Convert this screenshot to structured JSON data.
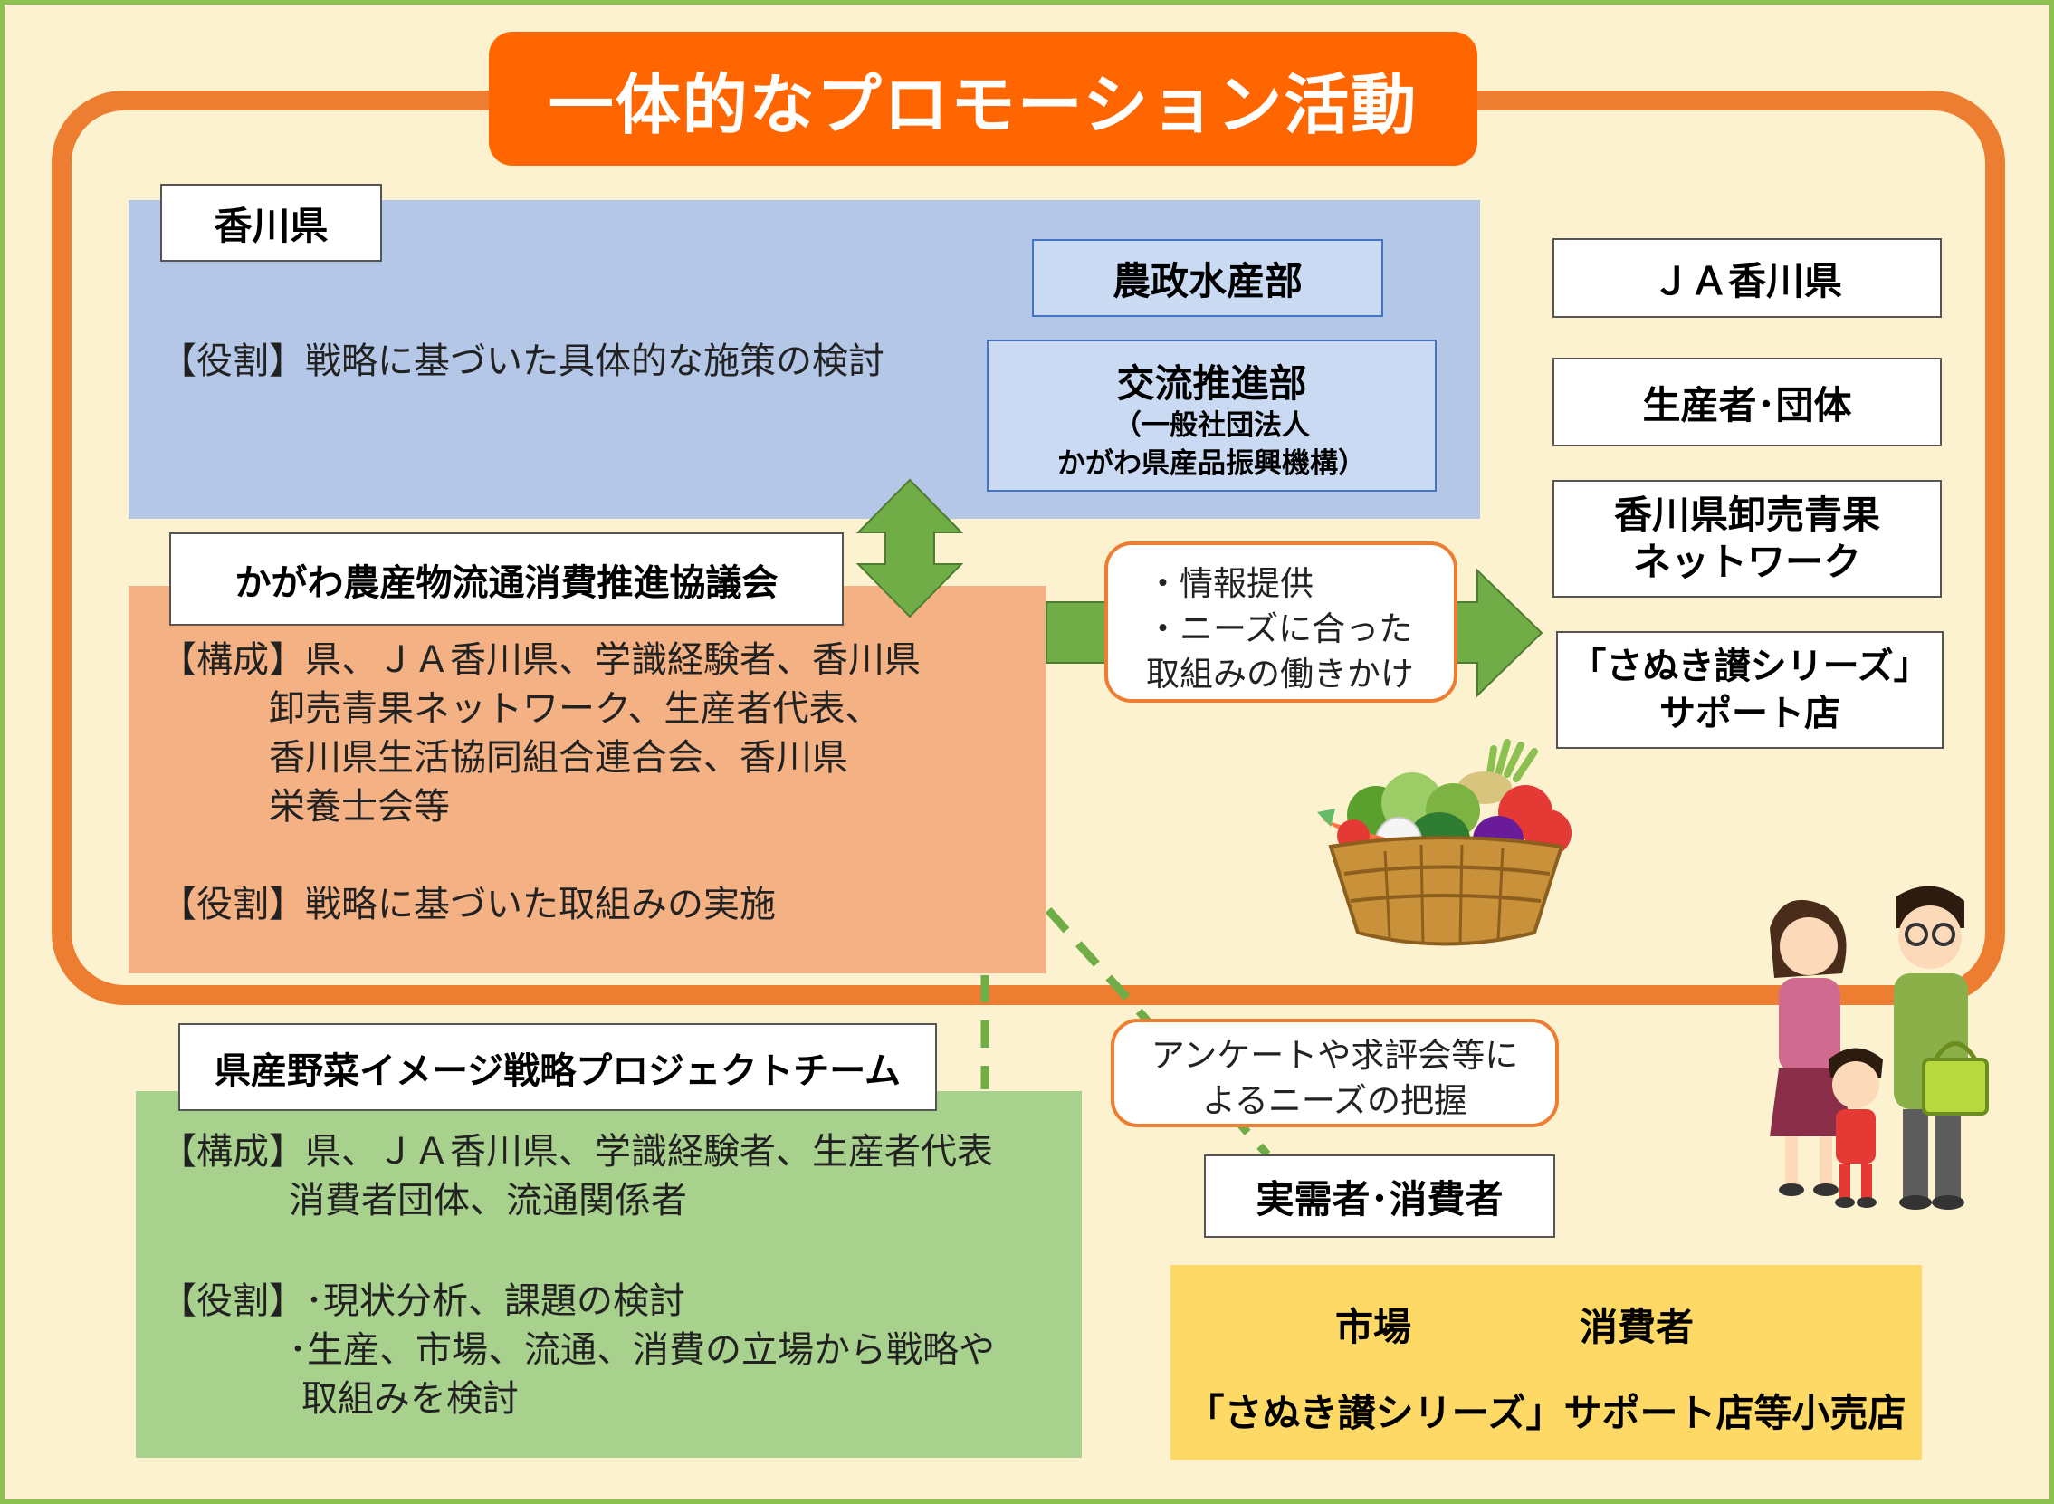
{
  "title": "一体的なプロモーション活動",
  "kagawa": {
    "label": "香川県",
    "role": "【役割】戦略に基づいた具体的な施策の検討",
    "dept1": "農政水産部",
    "dept2": {
      "name": "交流推進部",
      "sub1": "（一般社団法人",
      "sub2": "かがわ県産品振興機構）"
    }
  },
  "council": {
    "label": "かがわ農産物流通消費推進協議会",
    "composition": [
      "【構成】県、ＪＡ香川県、学識経験者、香川県",
      "卸売青果ネットワーク、生産者代表、",
      "香川県生活協同組合連合会、香川県",
      "栄養士会等"
    ],
    "role": "【役割】戦略に基づいた取組みの実施"
  },
  "callout_info": [
    "・情報提供",
    "・ニーズに合った",
    "取組みの働きかけ"
  ],
  "right_boxes": {
    "ja": "ＪＡ香川県",
    "producers": "生産者･団体",
    "wholesale": [
      "香川県卸売青果",
      "ネットワーク"
    ],
    "support": [
      "「さぬき讃シリーズ」",
      "サポート店"
    ]
  },
  "project": {
    "label": "県産野菜イメージ戦略プロジェクトチーム",
    "composition": [
      "【構成】県、ＪＡ香川県、学識経験者、生産者代表",
      "消費者団体、流通関係者"
    ],
    "role": [
      "【役割】･現状分析、課題の検討",
      "･生産、市場、流通、消費の立場から戦略や",
      "取組みを検討"
    ]
  },
  "callout_survey": [
    "アンケートや求評会等に",
    "よるニーズの把握"
  ],
  "consumers": {
    "label": "実需者･消費者",
    "market": "市場",
    "consumer": "消費者",
    "stores": "「さぬき讃シリーズ」サポート店等小売店"
  },
  "colors": {
    "accent_orange": "#ed7d31",
    "title_orange": "#ff6600",
    "arrow_green": "#70ad47",
    "blue_panel": "#b4c7e7",
    "orange_panel": "#f4b183",
    "green_panel": "#a9d18e",
    "yellow_panel": "#ffd966",
    "background": "#fdf2d0"
  }
}
